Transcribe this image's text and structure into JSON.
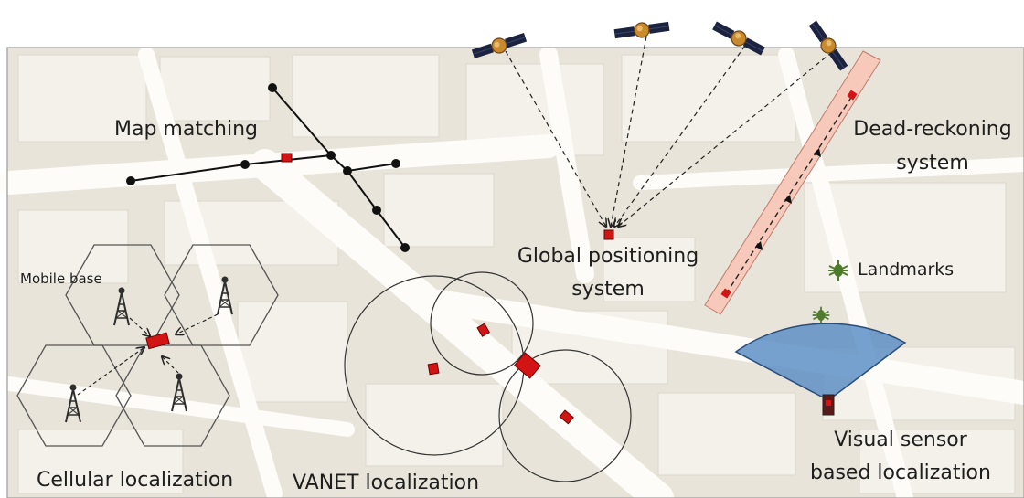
{
  "labels": {
    "map_matching": "Map matching",
    "dead_reckoning_line1": "Dead-reckoning",
    "dead_reckoning_line2": "system",
    "gps_line1": "Global positioning",
    "gps_line2": "system",
    "landmarks": "Landmarks",
    "mobile_base": "Mobile base",
    "cellular": "Cellular localization",
    "vanet": "VANET localization",
    "visual_line1": "Visual sensor",
    "visual_line2": "based localization"
  },
  "colors": {
    "map_background": "#e8e4da",
    "block": "#f3f1ea",
    "road": "#fdfcf8",
    "vehicle": "#d41414",
    "dead_reckoning_track": "#f6c9bb",
    "camera_fov": "#5e8fc5",
    "landmark": "#4e7a2c",
    "satellite_panel": "#1c2340",
    "satellite_body": "#c98a2e"
  },
  "icons": [
    "satellite-icon",
    "cell-tower-icon",
    "landmark-icon",
    "camera-sensor-icon",
    "vehicle-marker-icon"
  ]
}
